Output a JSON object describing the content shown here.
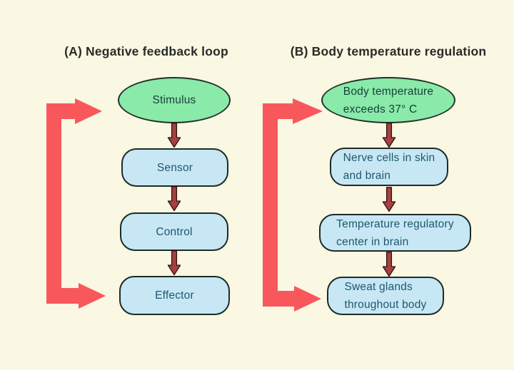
{
  "figure": {
    "background_color": "#faf7e2",
    "panels": [
      {
        "id": "A",
        "title": "(A) Negative feedback loop",
        "nodes": [
          {
            "shape": "ellipse",
            "fill": "#8aeaa9",
            "lines": [
              "Stimulus"
            ]
          },
          {
            "shape": "rounded-rect",
            "fill": "#c8e7f5",
            "lines": [
              "Sensor"
            ]
          },
          {
            "shape": "rounded-rect",
            "fill": "#c8e7f5",
            "lines": [
              "Control"
            ]
          },
          {
            "shape": "rounded-rect",
            "fill": "#c8e7f5",
            "lines": [
              "Effector"
            ]
          }
        ]
      },
      {
        "id": "B",
        "title": "(B) Body temperature regulation",
        "nodes": [
          {
            "shape": "ellipse",
            "fill": "#8aeaa9",
            "lines": [
              "Body temperature",
              "exceeds 37° C"
            ]
          },
          {
            "shape": "rounded-rect",
            "fill": "#c8e7f5",
            "lines": [
              "Nerve cells in skin",
              "and brain"
            ]
          },
          {
            "shape": "rounded-rect",
            "fill": "#c8e7f5",
            "lines": [
              "Temperature regulatory",
              "center in brain"
            ]
          },
          {
            "shape": "rounded-rect",
            "fill": "#c8e7f5",
            "lines": [
              "Sweat glands",
              "throughout body"
            ]
          }
        ]
      }
    ],
    "colors": {
      "node_border": "#1d2b25",
      "ellipse_text": "#16403a",
      "rect_text": "#1d586e",
      "title_text": "#2a2a2a",
      "flow_arrow_fill": "#a84040",
      "flow_arrow_stroke": "#2b1414",
      "feedback_arrow_fill": "#f8585c"
    }
  }
}
